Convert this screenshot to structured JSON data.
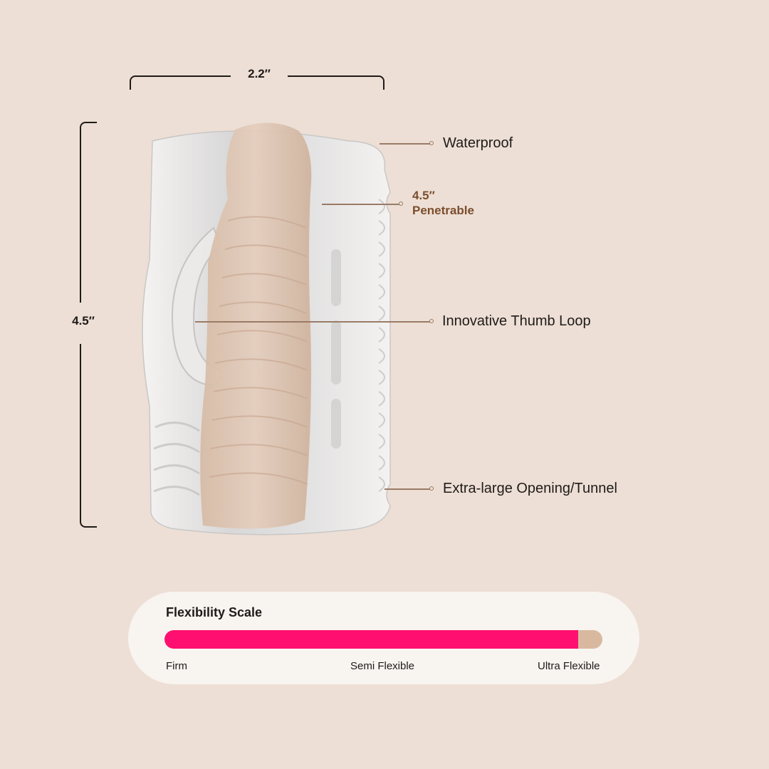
{
  "dimensions": {
    "width_label": "2.2″",
    "height_label": "4.5″"
  },
  "product": {
    "image_name": "stroker-sleeve-illustration"
  },
  "callouts": {
    "waterproof": "Waterproof",
    "penetrable_length": "4.5″",
    "penetrable_label": "Penetrable",
    "thumb_loop": "Innovative Thumb Loop",
    "opening": "Extra-large Opening/Tunnel"
  },
  "flexibility": {
    "title": "Flexibility Scale",
    "value": 0.945,
    "labels": {
      "firm": "Firm",
      "semi": "Semi Flexible",
      "ultra": "Ultra Flexible"
    }
  },
  "colors": {
    "background": "#eddfd5",
    "card": "#f8f4f0",
    "accent_pink": "#ff0f70",
    "track_tan": "#d8b9a0",
    "callout_brown": "#9a7b66",
    "penetrable_brown": "#7b4e2e"
  }
}
